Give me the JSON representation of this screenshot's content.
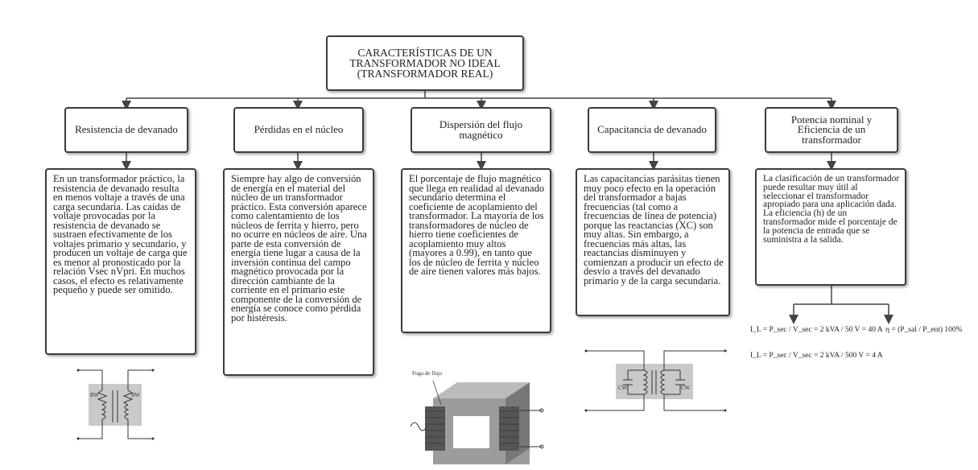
{
  "title": "CARACTERÍSTICAS DE UN TRANSFORMADOR NO IDEAL (TRANSFORMADOR REAL)",
  "columns": [
    {
      "heading": "Resistencia de devanado",
      "text": "En un transformador práctico, la resistencia de devanado resulta en menos voltaje a través de una carga secundaria. Las caídas de voltaje provocadas por la resistencia de devanado se sustraen efectivamente de los voltajes primario y secundario, y producen un voltaje de carga que es menor al pronosticado por la relación Vsec nVpri. En muchos casos, el efecto es relativamente pequeño y puede ser omitido.",
      "figure_labels": [
        "RW",
        "RW"
      ]
    },
    {
      "heading": "Pérdidas en el núcleo",
      "text": "Siempre hay algo de conversión de energía en el material del núcleo de un transformador práctico. Esta conversión aparece como calentamiento de los núcleos de ferrita y hierro, pero no ocurre en núcleos de aire. Una parte de esta conversión de energía tiene lugar a causa de la inversión continua del campo magnético provocada por la dirección cambiante de la corriente en el primario este componente de la conversión de energía se conoce como pérdida por histéresis."
    },
    {
      "heading": "Dispersión del flujo magnético",
      "text": "El porcentaje de flujo magnético que llega en realidad al devanado secundario determina el coeficiente de acoplamiento del transformador. La mayoría de los transformadores de núcleo de hierro tiene coeficientes de acoplamiento muy altos (mayores a 0.99), en tanto que los de núcleo de ferrita y núcleo de aire tienen valores más bajos.",
      "figure_label": "Fuga de flujo"
    },
    {
      "heading": "Capacitancia de devanado",
      "text": "Las capacitancias parásitas tienen muy poco efecto en la operación del transformador a bajas frecuencias (tal como a frecuencias de línea de potencia) porque las reactancias (XC) son muy altas. Sin embargo, a frecuencias más altas, las reactancias disminuyen y comienzan a producir un efecto de desvío a través del devanado primario y de la carga secundaria.",
      "figure_labels": [
        "CW",
        "CW"
      ]
    },
    {
      "heading": "Potencia nominal y Eficiencia de un transformador",
      "text": "La clasificación de un transformador puede resultar muy útil al seleccionar el transformador apropiado para una aplicación dada. La eficiencia (h) de un transformador mide el porcentaje de la potencia de entrada que se suministra a la salida.",
      "formulas": [
        "I_L = P_sec / V_sec = 2 kVA / 50 V = 40 A",
        "I_L = P_sec / V_sec = 2 kVA / 500 V = 4 A",
        "η = (P_sal / P_ent) 100%"
      ]
    }
  ]
}
